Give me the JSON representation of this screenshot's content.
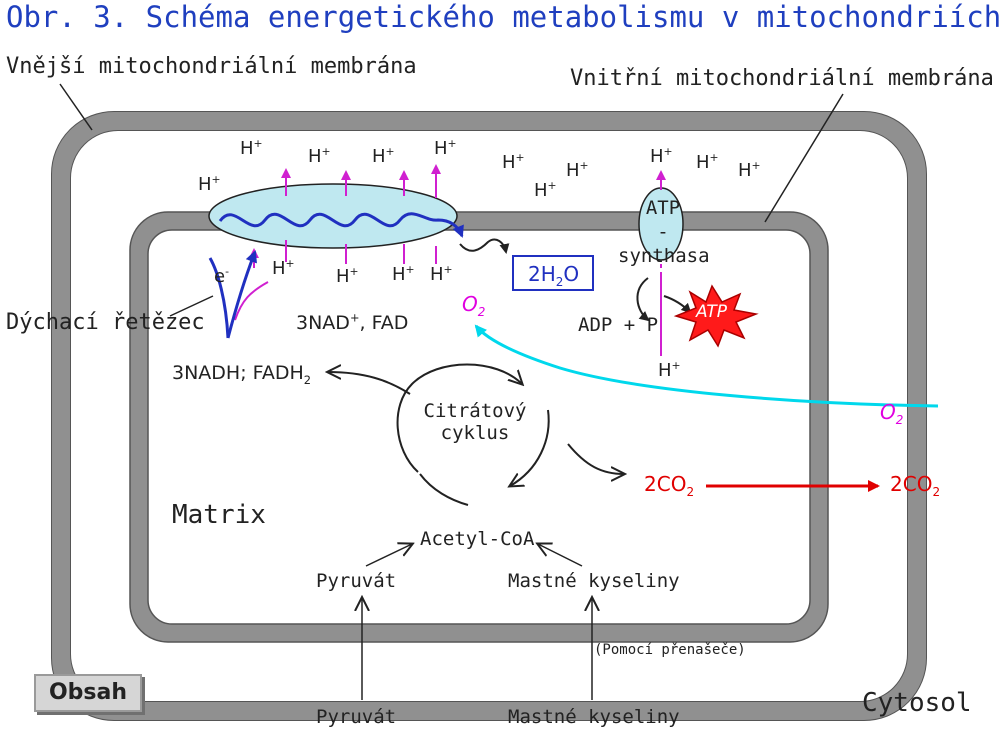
{
  "title": "Obr. 3. Schéma energetického metabolismu v mitochondriích",
  "labels": {
    "outer_membrane": "Vnější mitochondriální membrána",
    "inner_membrane": "Vnitřní mitochondriální membrána",
    "respiratory_chain": "Dýchací řetězec",
    "matrix": "Matrix",
    "cytosol": "Cytosol",
    "citric_cycle_line1": "Citrátový",
    "citric_cycle_line2": "cyklus",
    "acetyl_coa": "Acetyl-CoA",
    "pyruvate_inner": "Pyruvát",
    "fatty_acids_inner": "Mastné kyseliny",
    "pyruvate_outer": "Pyruvát",
    "fatty_acids_outer": "Mastné kyseliny",
    "carrier_note": "(Pomocí přenašeče)",
    "nad_fad": "3NAD",
    "nad_fad_rest": ", FAD",
    "nadh_fadh": "3NADH; FADH",
    "adp_p": "ADP + P",
    "atp_synthase_1": "ATP",
    "atp_synthase_2": "-",
    "atp_synthase_3": "synthasa",
    "atp_star": "ATP",
    "water": "2H",
    "water_sub": "2",
    "water_o": "O",
    "o2_inner": "O",
    "o2_outer": "O",
    "o2_sub": "2",
    "co2_inner": "2CO",
    "co2_outer": "2CO",
    "co2_sub": "2",
    "electron": "e",
    "electron_sup": "-",
    "h": "H",
    "h_sup": "+"
  },
  "nav": {
    "obsah_button": "Obsah"
  },
  "colors": {
    "title": "#1f3fbf",
    "membrane": "#8a8a8a",
    "proton_arrow": "#d020d0",
    "electron_arrow": "#2030c0",
    "complex": "#bfe8f0",
    "oxygen_arrow": "#00e0f0",
    "co2_arrow": "#e00000",
    "atp_star": "#ff1a1a"
  }
}
